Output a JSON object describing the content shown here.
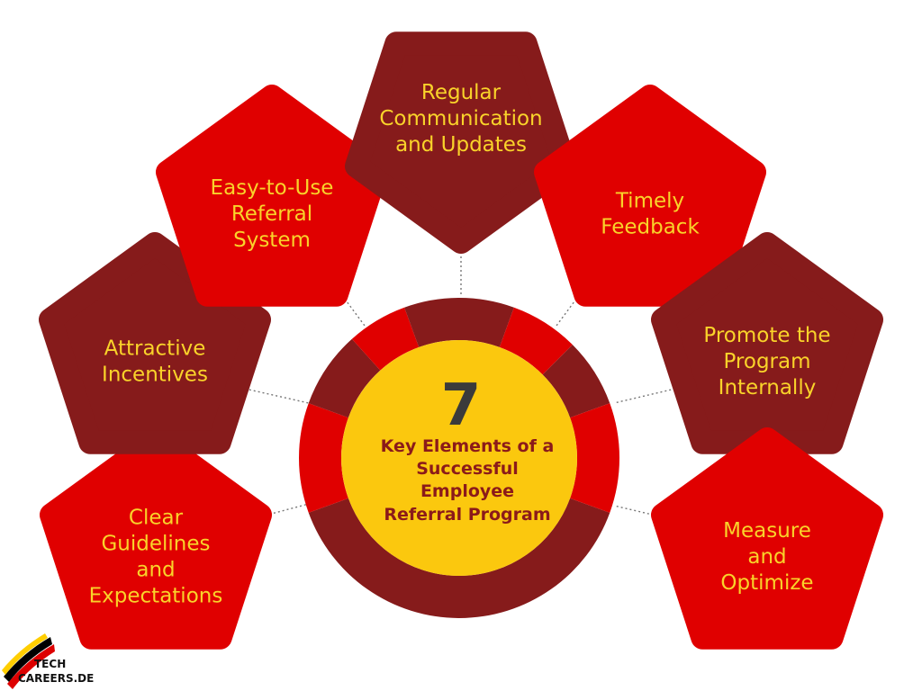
{
  "colors": {
    "red": "#e00000",
    "maroon": "#861b1b",
    "yellow": "#fbc80e",
    "label_text": "#f9d32a",
    "center_number": "#3b3b3b",
    "center_title": "#8b1a1a",
    "connector": "#777777"
  },
  "center": {
    "number": "7",
    "title_lines": [
      "Key Elements of a",
      "Successful",
      "Employee",
      "Referral Program"
    ]
  },
  "elements": [
    {
      "id": "clear-guidelines",
      "lines": [
        "Clear",
        "Guidelines",
        "and",
        "Expectations"
      ],
      "color": "red"
    },
    {
      "id": "attractive-incentives",
      "lines": [
        "Attractive",
        "Incentives"
      ],
      "color": "maroon"
    },
    {
      "id": "easy-to-use",
      "lines": [
        "Easy-to-Use",
        "Referral",
        "System"
      ],
      "color": "red"
    },
    {
      "id": "regular-communication",
      "lines": [
        "Regular",
        "Communication",
        "and Updates"
      ],
      "color": "maroon"
    },
    {
      "id": "timely-feedback",
      "lines": [
        "Timely",
        "Feedback"
      ],
      "color": "red"
    },
    {
      "id": "promote-program",
      "lines": [
        "Promote the",
        "Program",
        "Internally"
      ],
      "color": "maroon"
    },
    {
      "id": "measure-optimize",
      "lines": [
        "Measure",
        "and",
        "Optimize"
      ],
      "color": "red"
    }
  ],
  "logo": {
    "line1": "TECH",
    "line2": "CAREERS.DE",
    "flag_colors": [
      "#000000",
      "#dd0000",
      "#ffce00"
    ]
  }
}
